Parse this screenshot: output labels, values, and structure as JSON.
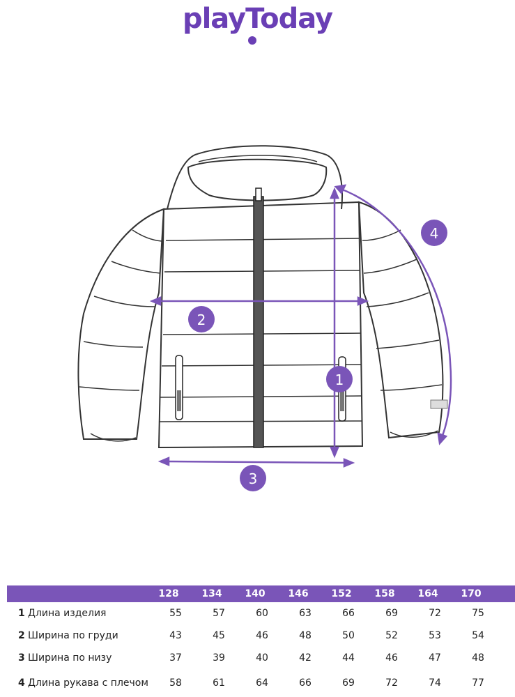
{
  "brand": {
    "logo_text": "playToday",
    "accent_color": "#6a3fb5",
    "header_color": "#7a55b8"
  },
  "markers": [
    "1",
    "2",
    "3",
    "4"
  ],
  "table": {
    "sizes": [
      "128",
      "134",
      "140",
      "146",
      "152",
      "158",
      "164",
      "170"
    ],
    "rows": [
      {
        "num": "1",
        "name": "Длина изделия",
        "values": [
          "55",
          "57",
          "60",
          "63",
          "66",
          "69",
          "72",
          "75"
        ]
      },
      {
        "num": "2",
        "name": "Ширина по груди",
        "values": [
          "43",
          "45",
          "46",
          "48",
          "50",
          "52",
          "53",
          "54"
        ]
      },
      {
        "num": "3",
        "name": "Ширина по низу",
        "values": [
          "37",
          "39",
          "40",
          "42",
          "44",
          "46",
          "47",
          "48"
        ]
      },
      {
        "num": "4",
        "name": "Длина рукава с плечом",
        "values": [
          "58",
          "61",
          "64",
          "66",
          "69",
          "72",
          "74",
          "77"
        ]
      }
    ]
  }
}
